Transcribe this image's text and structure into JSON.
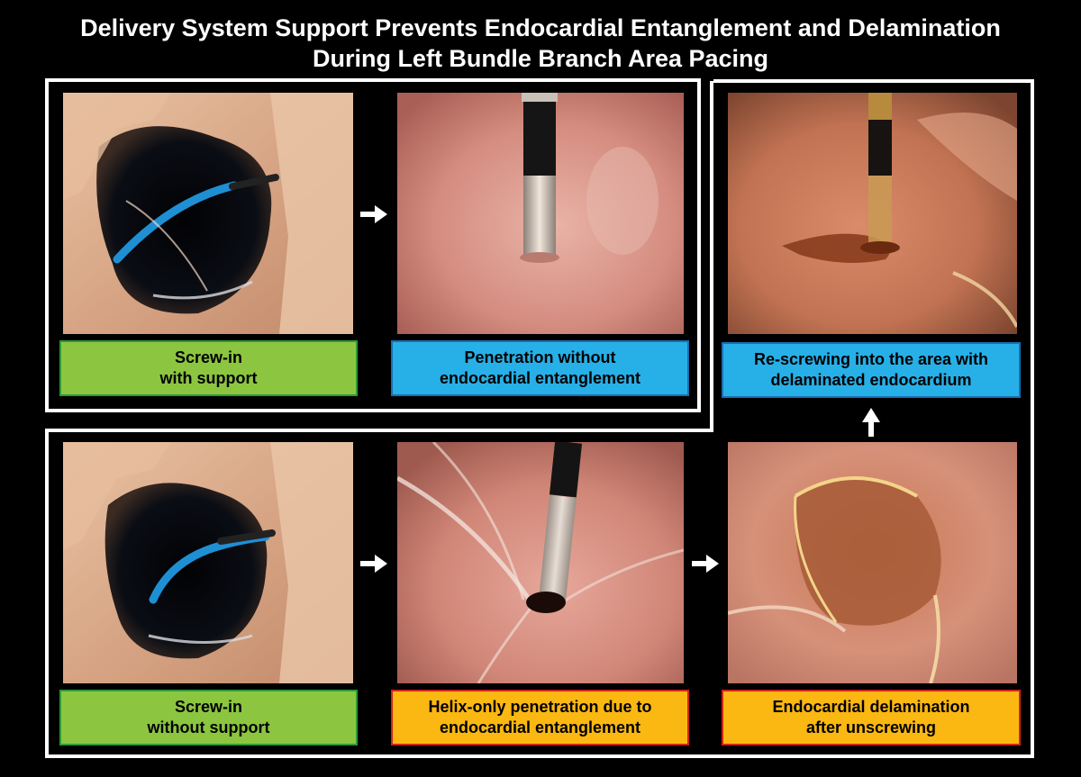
{
  "title": {
    "line1": "Delivery System Support Prevents Endocardial Entanglement and Delamination",
    "line2": "During Left Bundle Branch Area Pacing"
  },
  "panels": {
    "screw_in_with_support": "Screw-in\nwith support",
    "penetration_without_entanglement": "Penetration without\nendocardial entanglement",
    "rescrewing": "Re-screwing into the area with\ndelaminated endocardium",
    "screw_in_without_support": "Screw-in\nwithout support",
    "helix_only_penetration": "Helix-only penetration due to\nendocardial entanglement",
    "endocardial_delamination": "Endocardial delamination\nafter unscrewing"
  },
  "colors": {
    "green_label": "#8cc640",
    "blue_label": "#27b0e7",
    "orange_label": "#fcb812",
    "orange_border": "#d2231b",
    "frame": "#ffffff",
    "background": "#000000"
  },
  "icons": [
    "right-arrow-icon",
    "up-arrow-icon"
  ]
}
